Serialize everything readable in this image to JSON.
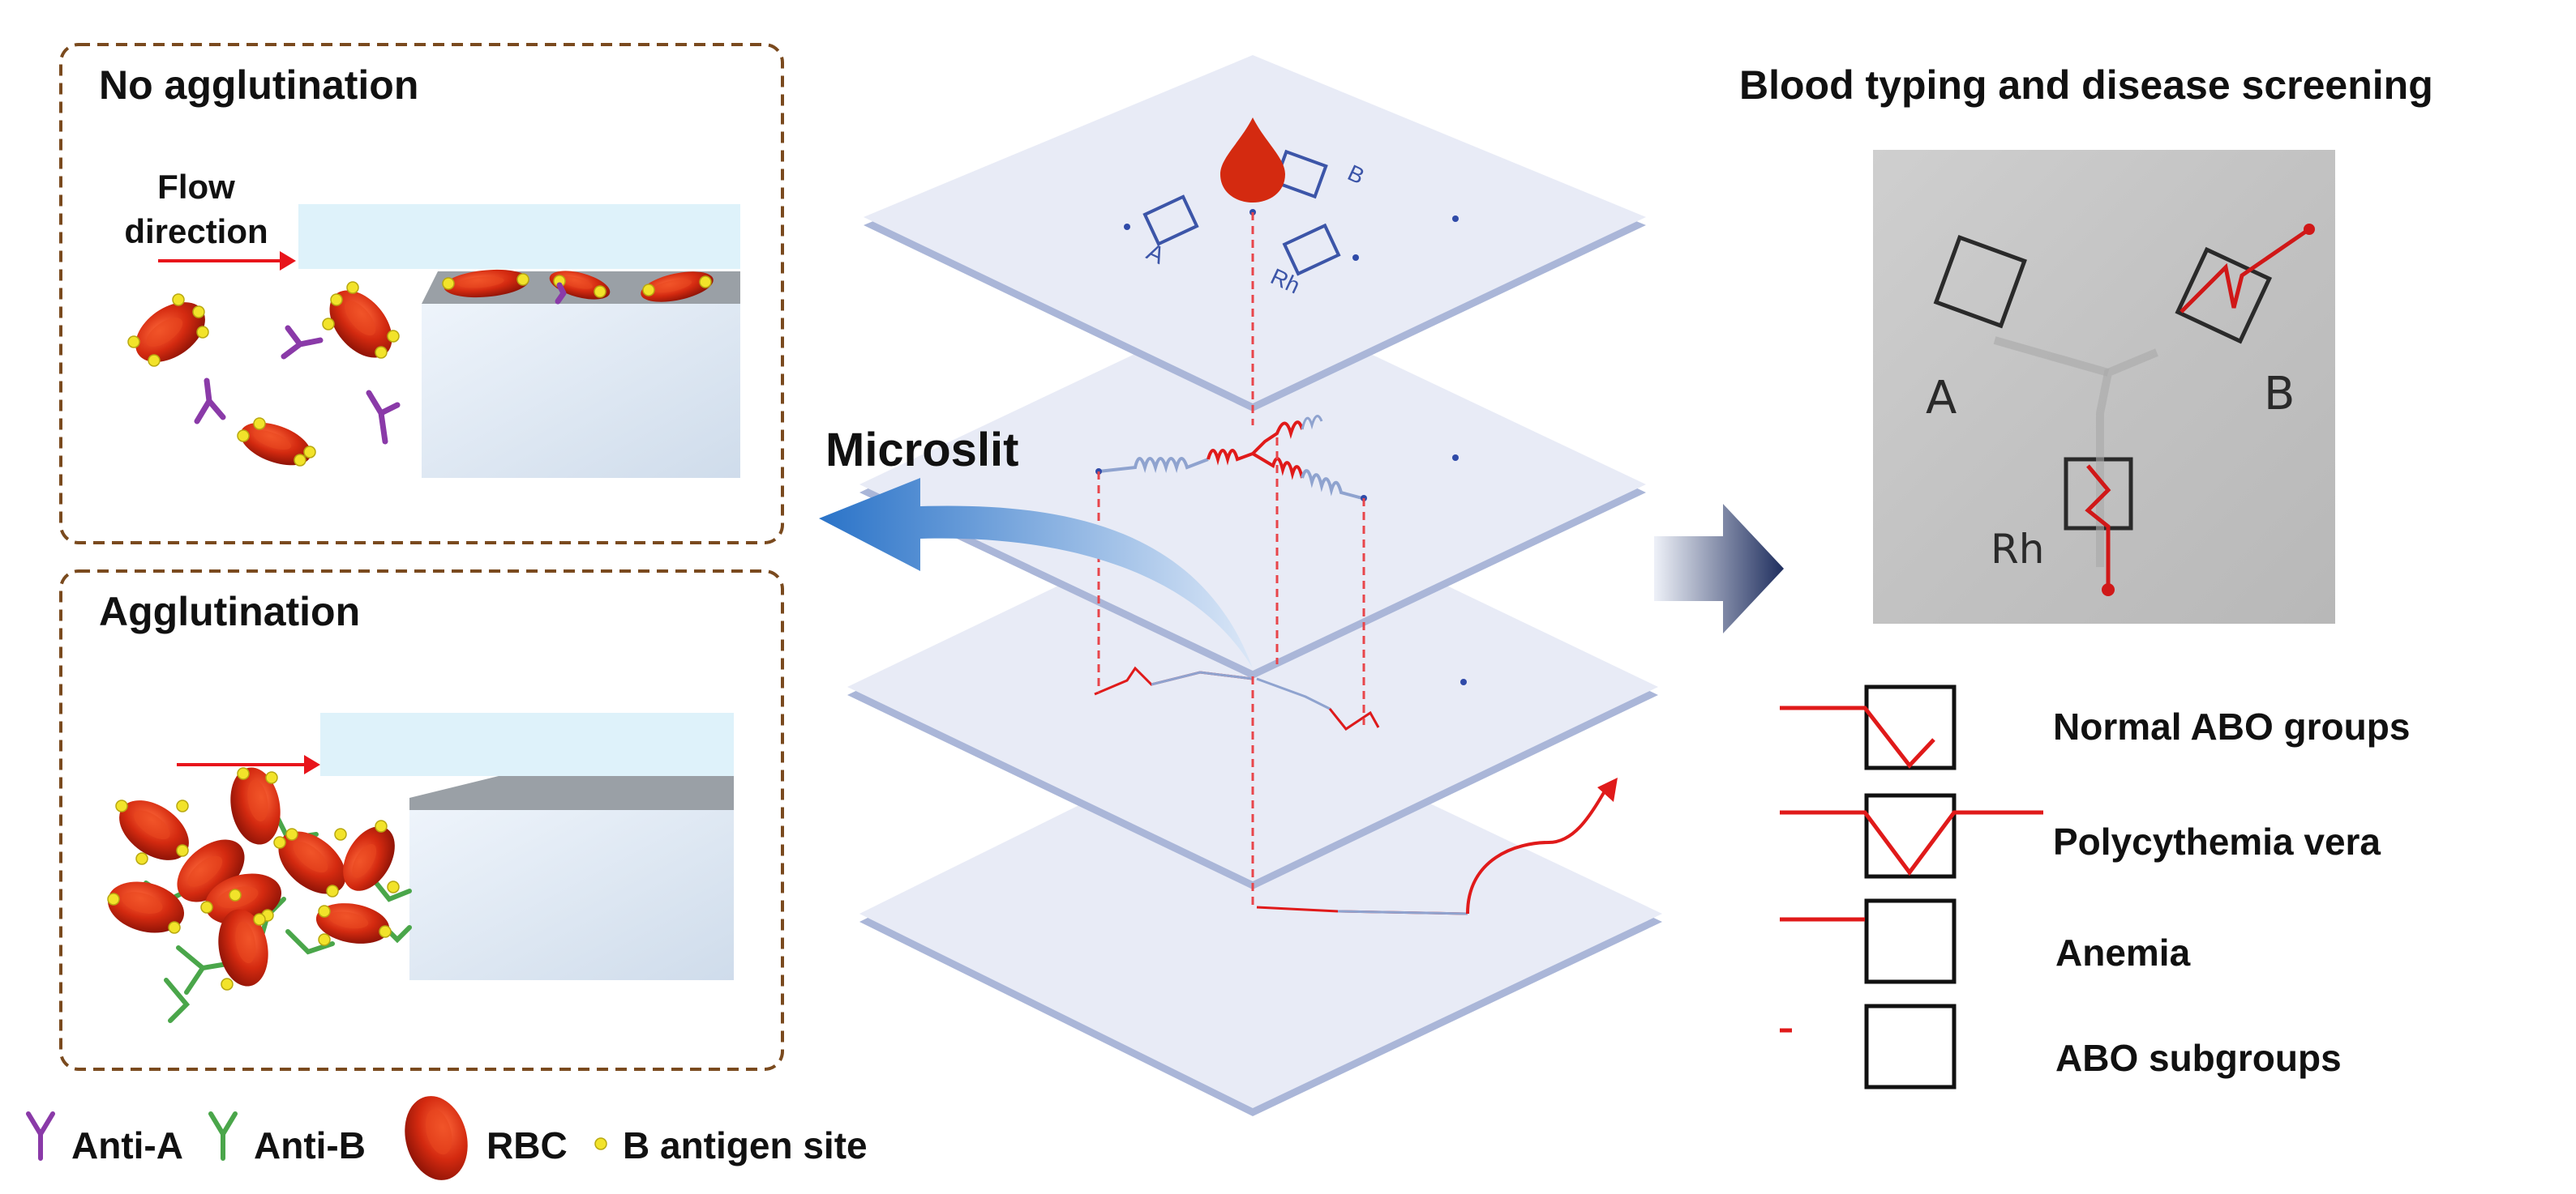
{
  "panel_no_agglutination": {
    "title": "No agglutination",
    "flow_label_line1": "Flow",
    "flow_label_line2": "direction"
  },
  "panel_agglutination": {
    "title": "Agglutination"
  },
  "legend": {
    "anti_a": "Anti-A",
    "anti_b": "Anti-B",
    "rbc": "RBC",
    "b_antigen": "B antigen site"
  },
  "center": {
    "microslit_label": "Microslit",
    "square_labels": [
      "A",
      "B",
      "Rh"
    ]
  },
  "right": {
    "title": "Blood typing and disease screening",
    "photo_labels": [
      "A",
      "B",
      "Rh"
    ],
    "results": [
      {
        "label": "Normal ABO groups"
      },
      {
        "label": "Polycythemia vera"
      },
      {
        "label": "Anemia"
      },
      {
        "label": "ABO subgroups"
      }
    ]
  },
  "colors": {
    "box_border": "#7a4a1e",
    "flow_arrow": "#e8141b",
    "rbc_red": "#d42a10",
    "antigen_yellow": "#f2e32a",
    "anti_a_purple": "#8a3aa8",
    "anti_b_green": "#4aa64a",
    "layer_fill": "#e8ebf6",
    "layer_edge": "#aab6d8",
    "blue_arrow": "#2a73c8",
    "navy_arrow": "#1f2e5e",
    "channel_red": "#e01a1a"
  },
  "icons": [
    "blood-drop-icon",
    "antibody-y-icon",
    "rbc-icon",
    "antigen-dot-icon",
    "navy-arrow-icon",
    "blue-curved-arrow-icon"
  ]
}
